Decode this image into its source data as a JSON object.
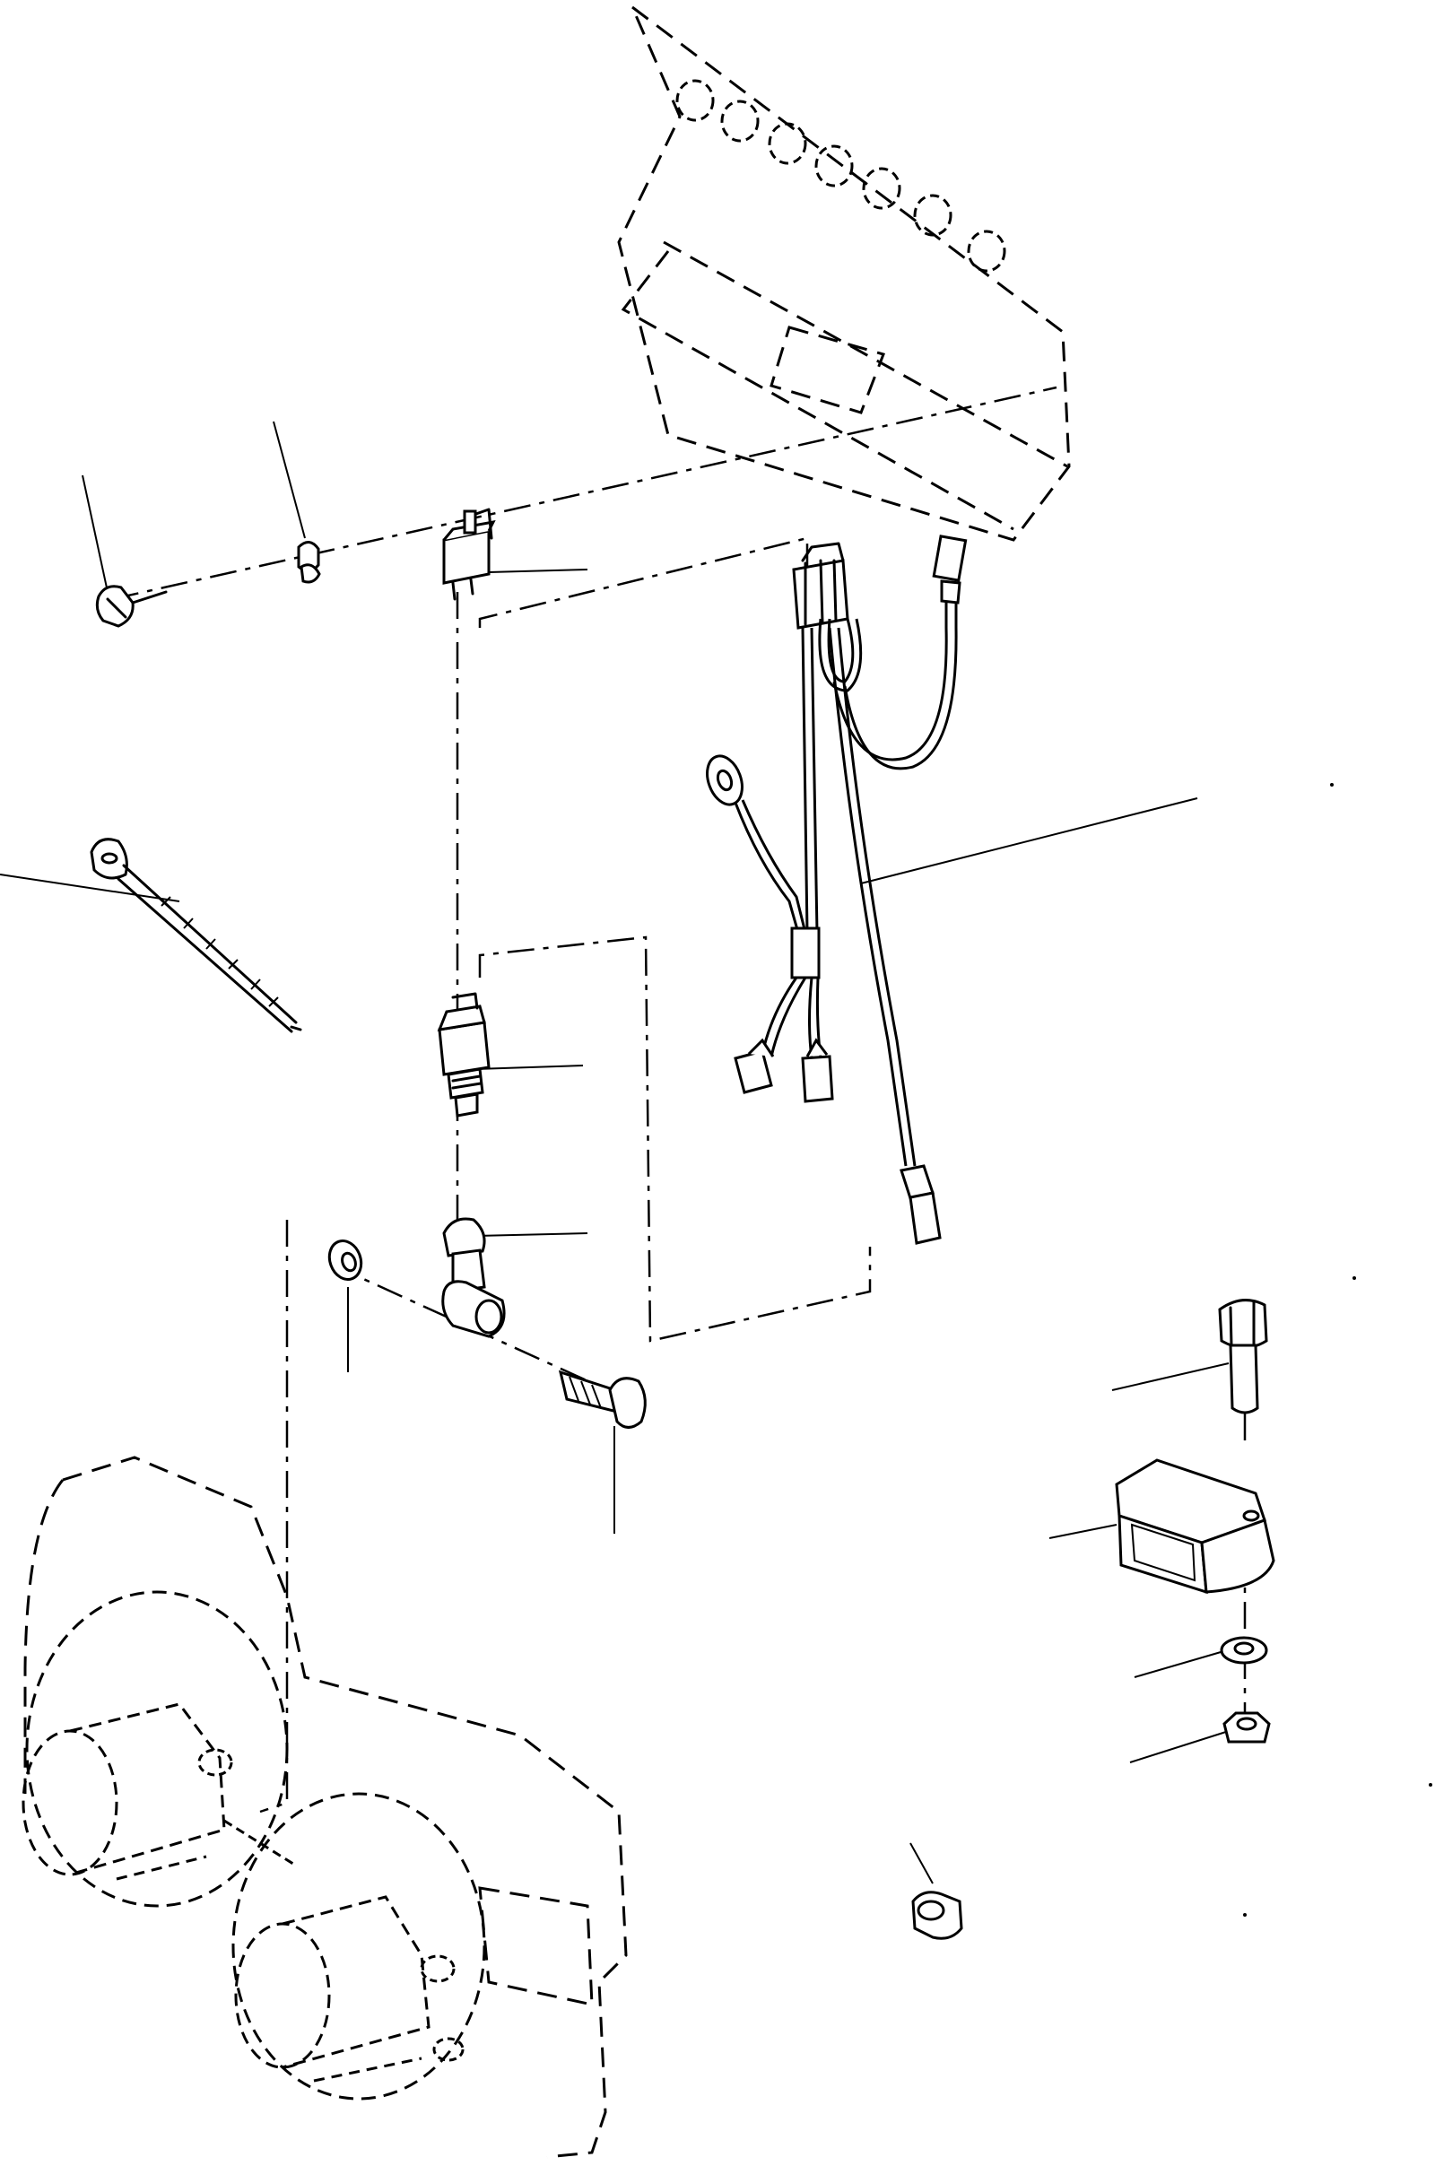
{
  "diagram": {
    "type": "exploded-parts-illustration",
    "labels": [],
    "parts": [
      "instrument-panel",
      "relay",
      "wiring-harness",
      "cable-tie",
      "pressure-switch",
      "banjo-fitting",
      "sealing-washer",
      "banjo-bolt",
      "bracket-block",
      "hex-bolt",
      "flat-washer",
      "hex-nut",
      "grommet",
      "horn-assembly",
      "bolt",
      "clip"
    ],
    "colors": {
      "ink": "#000000",
      "paper": "#ffffff"
    }
  }
}
